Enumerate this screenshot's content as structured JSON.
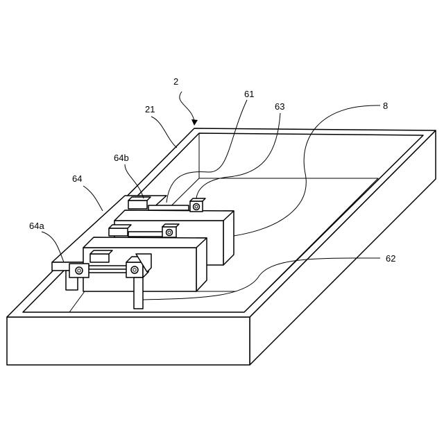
{
  "labels": {
    "ref_2": "2",
    "ref_21": "21",
    "ref_61": "61",
    "ref_63": "63",
    "ref_8": "8",
    "ref_64b": "64b",
    "ref_64": "64",
    "ref_64a": "64a",
    "ref_62": "62"
  },
  "icons": {
    "arrow": "curved-arrow-icon"
  }
}
